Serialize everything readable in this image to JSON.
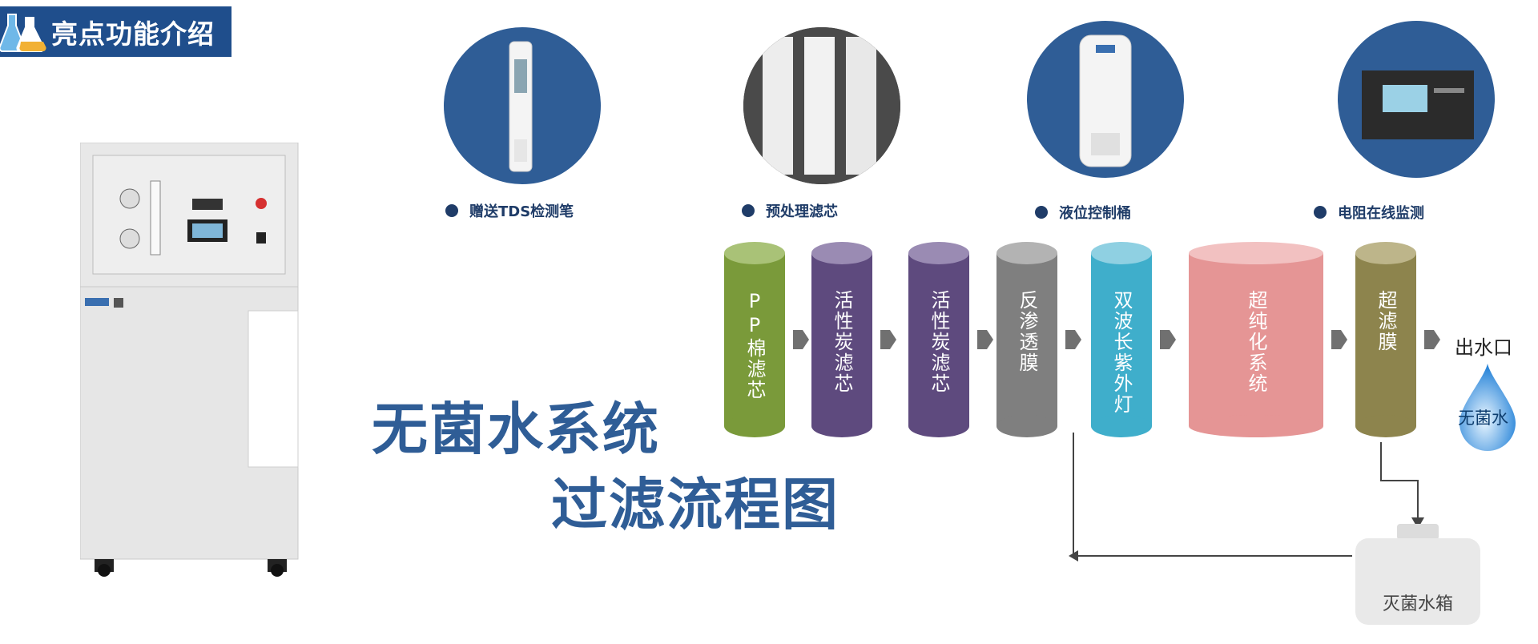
{
  "header": {
    "title": "亮点功能介绍",
    "icon": "flask-icon"
  },
  "features": [
    {
      "label": "赠送TDS检测笔",
      "image": "tds-pen"
    },
    {
      "label": "预处理滤芯",
      "image": "filter-cartridges"
    },
    {
      "label": "液位控制桶",
      "image": "level-tank"
    },
    {
      "label": "电阻在线监测",
      "image": "resistivity-monitor"
    }
  ],
  "diagram": {
    "title_line1": "无菌水系统",
    "title_line2": "过滤流程图",
    "stages": [
      {
        "label": "PP棉滤芯",
        "color": "#7a9a3a",
        "top_color": "#a9c277"
      },
      {
        "label": "活性炭滤芯",
        "color": "#5e4a7e",
        "top_color": "#9a8bb3"
      },
      {
        "label": "活性炭滤芯",
        "color": "#5e4a7e",
        "top_color": "#9a8bb3"
      },
      {
        "label": "反渗透膜",
        "color": "#7f7f7f",
        "top_color": "#b3b3b3"
      },
      {
        "label": "双波长紫外灯",
        "color": "#3faecb",
        "top_color": "#8fd0e2"
      },
      {
        "label": "超纯化系统",
        "color": "#e59595",
        "top_color": "#f2c1c1"
      },
      {
        "label": "超滤膜",
        "color": "#8d844d",
        "top_color": "#bdb58a"
      }
    ],
    "outlet_label": "出水口",
    "drop_label": "无菌水",
    "tank_label": "灭菌水箱",
    "drop_color": "#2b86d9"
  }
}
